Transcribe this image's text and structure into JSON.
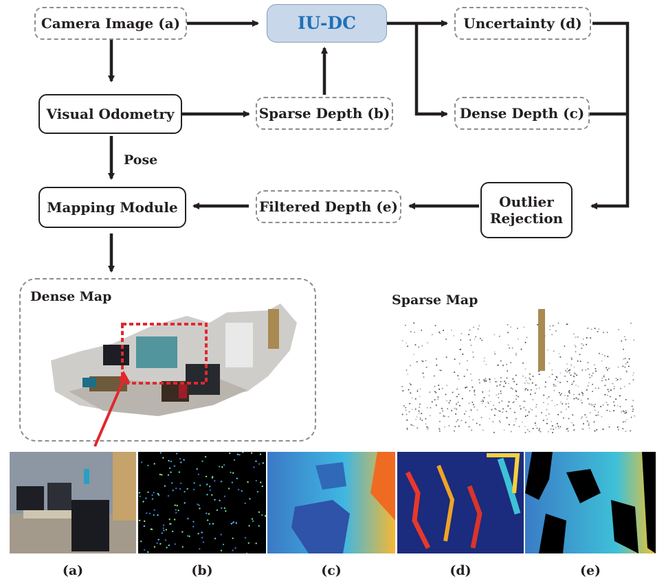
{
  "nodes": {
    "camera_image": "Camera Image (a)",
    "iu_dc": "IU-DC",
    "uncertainty": "Uncertainty (d)",
    "visual_odometry": "Visual Odometry",
    "sparse_depth": "Sparse Depth (b)",
    "dense_depth": "Dense Depth (c)",
    "mapping_module": "Mapping Module",
    "filtered_depth": "Filtered Depth (e)",
    "outlier_rejection_line1": "Outlier",
    "outlier_rejection_line2": "Rejection"
  },
  "edge_labels": {
    "pose": "Pose"
  },
  "maps": {
    "dense": "Dense Map",
    "sparse": "Sparse Map"
  },
  "panels": [
    {
      "caption": "(a)",
      "kind": "camera-photo"
    },
    {
      "caption": "(b)",
      "kind": "sparse-depth"
    },
    {
      "caption": "(c)",
      "kind": "dense-depth"
    },
    {
      "caption": "(d)",
      "kind": "uncertainty-map"
    },
    {
      "caption": "(e)",
      "kind": "filtered-depth"
    }
  ],
  "colors": {
    "core_fill": "#c8d7ea",
    "core_text": "#1f70b8",
    "arrow": "#231f20",
    "dashed_border": "#8c8c8c",
    "zoom_box": "#e0282e",
    "pointer_arrow": "#e0282e",
    "depth_dark": "#2b3f9e",
    "depth_light": "#34a3dc",
    "depth_warm": "#f39c1f"
  }
}
